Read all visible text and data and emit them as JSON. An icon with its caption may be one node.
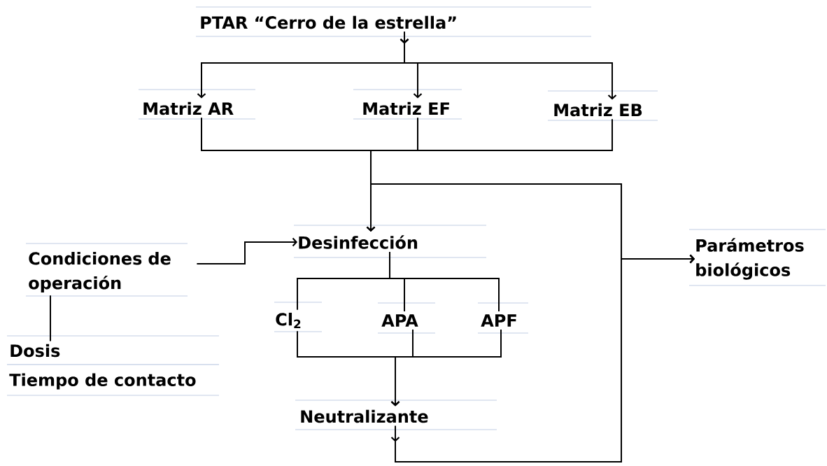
{
  "diagram": {
    "nodes": [
      {
        "text": [
          "PTAR “Cerro de la estrella”"
        ]
      },
      {
        "text": [
          "Matriz AR"
        ]
      },
      {
        "text": [
          "Matriz EF"
        ]
      },
      {
        "text": [
          "Matriz EB"
        ]
      },
      {
        "text": [
          "Desinfección"
        ]
      },
      {
        "text": [
          "Condiciones de operación"
        ]
      },
      {
        "text": [
          "Parámetros biológicos"
        ]
      },
      {
        "text": [
          "Cl$_{2}$"
        ]
      },
      {
        "text": [
          "APA"
        ]
      },
      {
        "text": [
          "APF"
        ]
      },
      {
        "text": [
          "Neutralizante"
        ]
      },
      {
        "text": [
          "Dosis"
        ]
      },
      {
        "text": [
          "Tiempo de contacto"
        ]
      }
    ],
    "edges": [
      {
        "from": 0,
        "to": 1,
        "arrow": "to"
      },
      {
        "from": 0,
        "to": 2,
        "arrow": "to"
      },
      {
        "from": 0,
        "to": 3,
        "arrow": "to"
      },
      {
        "from": 1,
        "to": 4,
        "arrow": "to"
      },
      {
        "from": 2,
        "to": 4,
        "arrow": "to"
      },
      {
        "from": 3,
        "to": 4,
        "arrow": "to"
      },
      {
        "from": 1,
        "to": 6,
        "arrow": "to"
      },
      {
        "from": 2,
        "to": 6,
        "arrow": "to"
      },
      {
        "from": 3,
        "to": 6,
        "arrow": "to"
      },
      {
        "from": 5,
        "to": 4,
        "arrow": "to"
      },
      {
        "from": 4,
        "to": 7,
        "arrow": "none"
      },
      {
        "from": 4,
        "to": 8,
        "arrow": "none"
      },
      {
        "from": 4,
        "to": 9,
        "arrow": "none"
      },
      {
        "from": 7,
        "to": 10,
        "arrow": "to"
      },
      {
        "from": 8,
        "to": 10,
        "arrow": "to"
      },
      {
        "from": 9,
        "to": 10,
        "arrow": "to"
      },
      {
        "from": 10,
        "to": 6,
        "arrow": "to"
      },
      {
        "from": 5,
        "to": 11,
        "arrow": "none"
      }
    ]
  }
}
